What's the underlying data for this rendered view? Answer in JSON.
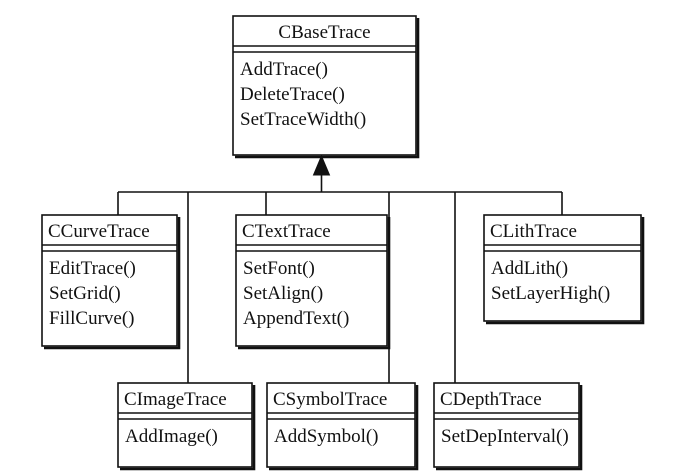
{
  "classes": [
    {
      "id": "base",
      "name": "CBaseTrace",
      "methods": [
        "AddTrace()",
        "DeleteTrace()",
        "SetTraceWidth()"
      ]
    },
    {
      "id": "curve",
      "name": "CCurveTrace",
      "methods": [
        "EditTrace()",
        "SetGrid()",
        "FillCurve()"
      ]
    },
    {
      "id": "text",
      "name": "CTextTrace",
      "methods": [
        "SetFont()",
        "SetAlign()",
        "AppendText()"
      ]
    },
    {
      "id": "lith",
      "name": "CLithTrace",
      "methods": [
        "AddLith()",
        "SetLayerHigh()"
      ]
    },
    {
      "id": "image",
      "name": "CImageTrace",
      "methods": [
        "AddImage()"
      ]
    },
    {
      "id": "symbol",
      "name": "CSymbolTrace",
      "methods": [
        "AddSymbol()"
      ]
    },
    {
      "id": "depth",
      "name": "CDepthTrace",
      "methods": [
        "SetDepInterval()"
      ]
    }
  ],
  "relationships": [
    {
      "type": "inheritance",
      "parent": "base",
      "children": [
        "curve",
        "text",
        "lith",
        "image",
        "symbol",
        "depth"
      ]
    }
  ],
  "colors": {
    "line": "#111111",
    "box_fill": "#ffffff",
    "background": "#ffffff"
  }
}
